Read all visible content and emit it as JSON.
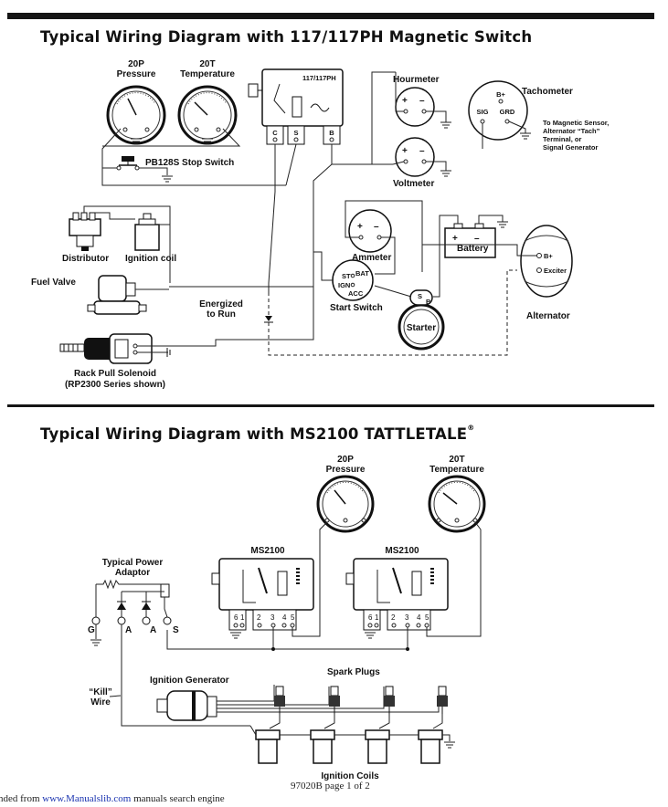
{
  "section1": {
    "title": "Typical Wiring Diagram with 117/117PH Magnetic Switch",
    "gauge_pressure": [
      "20P",
      "Pressure"
    ],
    "gauge_temperature": [
      "20T",
      "Temperature"
    ],
    "switch_label": "117/117PH",
    "switch_terminals": [
      "C",
      "S",
      "B"
    ],
    "stop_switch": "PB128S Stop Switch",
    "hourmeter": "Hourmeter",
    "voltmeter": "Voltmeter",
    "tachometer": "Tachometer",
    "tach_terminals": [
      "B+",
      "SIG",
      "GRD"
    ],
    "tach_note": [
      "To Magnetic Sensor,",
      "Alternator “Tach”",
      "Terminal, or",
      "Signal Generator"
    ],
    "distributor": "Distributor",
    "ignition_coil": "Ignition coil",
    "fuel_valve": "Fuel Valve",
    "energized": [
      "Energized",
      "to Run"
    ],
    "ammeter": "Ammeter",
    "battery": "Battery",
    "start_switch": "Start Switch",
    "start_switch_terminals": [
      "ST",
      "BAT",
      "IGN",
      "ACC"
    ],
    "starter": "Starter",
    "starter_terminals": [
      "S",
      "B"
    ],
    "alternator": "Alternator",
    "alternator_terminals": [
      "B+",
      "Exciter"
    ],
    "rack_pull": [
      "Rack Pull Solenoid",
      "(RP2300 Series shown)"
    ]
  },
  "section2": {
    "title": "Typical Wiring Diagram with MS2100 TATTLETALE",
    "title_mark": "®",
    "gauge_pressure": [
      "20P",
      "Pressure"
    ],
    "gauge_temperature": [
      "20T",
      "Temperature"
    ],
    "ms_left": "MS2100",
    "ms_right": "MS2100",
    "ms_terminals": [
      "6",
      "1",
      "2",
      "3",
      "4",
      "5"
    ],
    "power_adaptor": [
      "Typical Power",
      "Adaptor"
    ],
    "adaptor_terminals": [
      "G",
      "A",
      "A",
      "S"
    ],
    "kill_wire": [
      "“Kill”",
      "Wire"
    ],
    "ignition_generator": "Ignition Generator",
    "spark_plugs": "Spark Plugs",
    "ignition_coils": "Ignition Coils"
  },
  "page_number": "97020B page 1 of 2",
  "footer": {
    "prefix": "nded from ",
    "link": "www.Manualslib.com",
    "suffix": "  manuals search engine"
  }
}
